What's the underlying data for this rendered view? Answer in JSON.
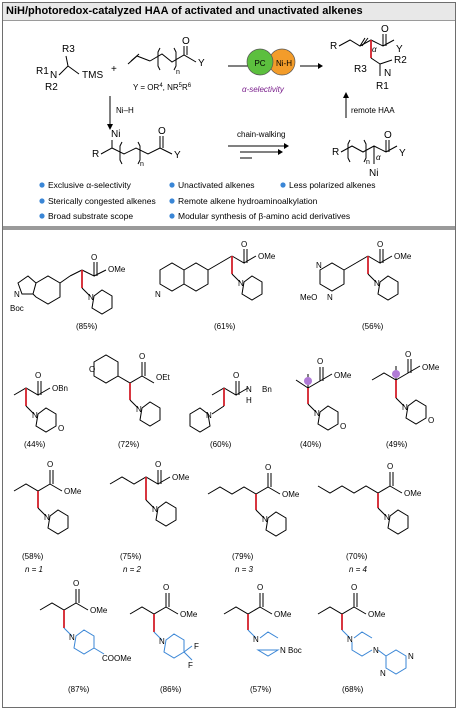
{
  "title": "NiH/photoredox-catalyzed HAA of activated and unactivated alkenes",
  "scheme": {
    "reagent1": {
      "r1": "R1",
      "n": "N",
      "r2": "R2",
      "r3": "R3",
      "tms": "TMS"
    },
    "plus": "+",
    "alkene": {
      "y": "Y",
      "n_sub": "n",
      "o": "O"
    },
    "y_def_prefix": "Y = OR",
    "y_def_sup1": "4",
    "y_def_mid": ", NR",
    "y_def_sup2": "5",
    "y_def_r": "R",
    "y_def_sup3": "6",
    "catalyst": {
      "pc": "PC",
      "nih": "Ni-H"
    },
    "selectivity": "α-selectivity",
    "product": {
      "r": "R",
      "alpha": "α",
      "r3": "R3",
      "n": "N",
      "r1": "R1",
      "r2": "R2",
      "y": "Y",
      "o": "O"
    },
    "nih_step": "Ni–H",
    "intermediate": {
      "ni": "Ni",
      "r": "R",
      "n_sub": "n",
      "y": "Y",
      "o": "O"
    },
    "chain_walking": "chain-walking",
    "walked": {
      "r": "R",
      "alpha": "α",
      "ni": "Ni",
      "y": "Y",
      "o": "O",
      "n_sub": "n"
    },
    "remote_haa": "remote HAA"
  },
  "features": [
    "Exclusive α-selectivity",
    "Unactivated alkenes",
    "Less polarized alkenes",
    "Sterically congested alkenes",
    "Remote alkene hydroaminoalkylation",
    "Broad substrate scope",
    "Modular synthesis of β-amino acid derivatives"
  ],
  "compounds": [
    {
      "yield": "(85%)",
      "labels": [
        "N",
        "Boc",
        "O",
        "OMe",
        "N"
      ]
    },
    {
      "yield": "(61%)",
      "labels": [
        "N",
        "O",
        "OMe",
        "N"
      ]
    },
    {
      "yield": "(56%)",
      "labels": [
        "N",
        "N",
        "MeO",
        "O",
        "OMe",
        "N"
      ]
    },
    {
      "yield": "(44%)",
      "labels": [
        "O",
        "OBn",
        "N",
        "O"
      ]
    },
    {
      "yield": "(72%)",
      "labels": [
        "O",
        "O",
        "OEt",
        "N"
      ]
    },
    {
      "yield": "(60%)",
      "labels": [
        "O",
        "N",
        "H",
        "Bn",
        "N"
      ]
    },
    {
      "yield": "(40%)",
      "labels": [
        "O",
        "OMe",
        "N",
        "O"
      ]
    },
    {
      "yield": "(49%)",
      "labels": [
        "O",
        "OMe",
        "N",
        "O"
      ]
    },
    {
      "yield": "(58%)",
      "n": "n = 1",
      "labels": [
        "O",
        "OMe",
        "N"
      ]
    },
    {
      "yield": "(75%)",
      "n": "n = 2",
      "labels": [
        "O",
        "OMe",
        "N"
      ]
    },
    {
      "yield": "(79%)",
      "n": "n = 3",
      "labels": [
        "O",
        "OMe",
        "N"
      ]
    },
    {
      "yield": "(70%)",
      "n": "n = 4",
      "labels": [
        "O",
        "OMe",
        "N"
      ]
    },
    {
      "yield": "(87%)",
      "labels": [
        "O",
        "OMe",
        "N",
        "COOMe"
      ]
    },
    {
      "yield": "(86%)",
      "labels": [
        "O",
        "OMe",
        "N",
        "F",
        "F"
      ]
    },
    {
      "yield": "(57%)",
      "labels": [
        "O",
        "OMe",
        "N",
        "N",
        "Boc"
      ]
    },
    {
      "yield": "(68%)",
      "labels": [
        "O",
        "OMe",
        "N",
        "N",
        "N",
        "N"
      ]
    }
  ],
  "colors": {
    "bullet": "#3a86d6",
    "alpha": "#7a1f8c",
    "highlight_bond": "#d4202a",
    "pc_circle": "#5cbf3e",
    "ni_circle": "#f39c2a",
    "selected_atom": "#b07ad6"
  }
}
